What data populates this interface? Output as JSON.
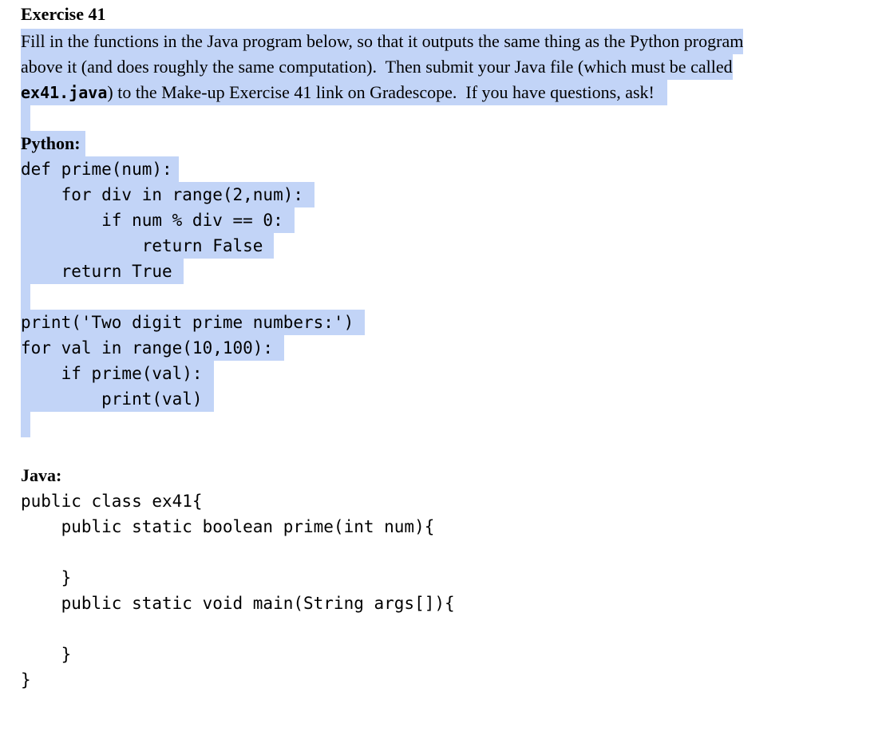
{
  "exercise": {
    "title": "Exercise 41",
    "instructions": {
      "line1": "Fill in the functions in the Java program below, so that it outputs the same thing as the Python program",
      "line2": "above it (and does roughly the same computation).  Then submit your Java file (which must be called",
      "filename": "ex41.java",
      "line3_rest": ") to the Make-up Exercise 41 link on Gradescope.  If you have questions, ask!"
    }
  },
  "python": {
    "label": "Python:",
    "lines": [
      "def prime(num):",
      "    for div in range(2,num):",
      "        if num % div == 0:",
      "            return False",
      "    return True",
      "print('Two digit prime numbers:')",
      "for val in range(10,100):",
      "    if prime(val):",
      "        print(val)"
    ]
  },
  "java": {
    "label": "Java:",
    "lines": [
      "public class ex41{",
      "    public static boolean prime(int num){",
      "    }",
      "    public static void main(String args[]){",
      "    }",
      "}"
    ]
  },
  "colors": {
    "selection_highlight": "#c2d4f7",
    "text": "#000000",
    "background": "#ffffff"
  }
}
